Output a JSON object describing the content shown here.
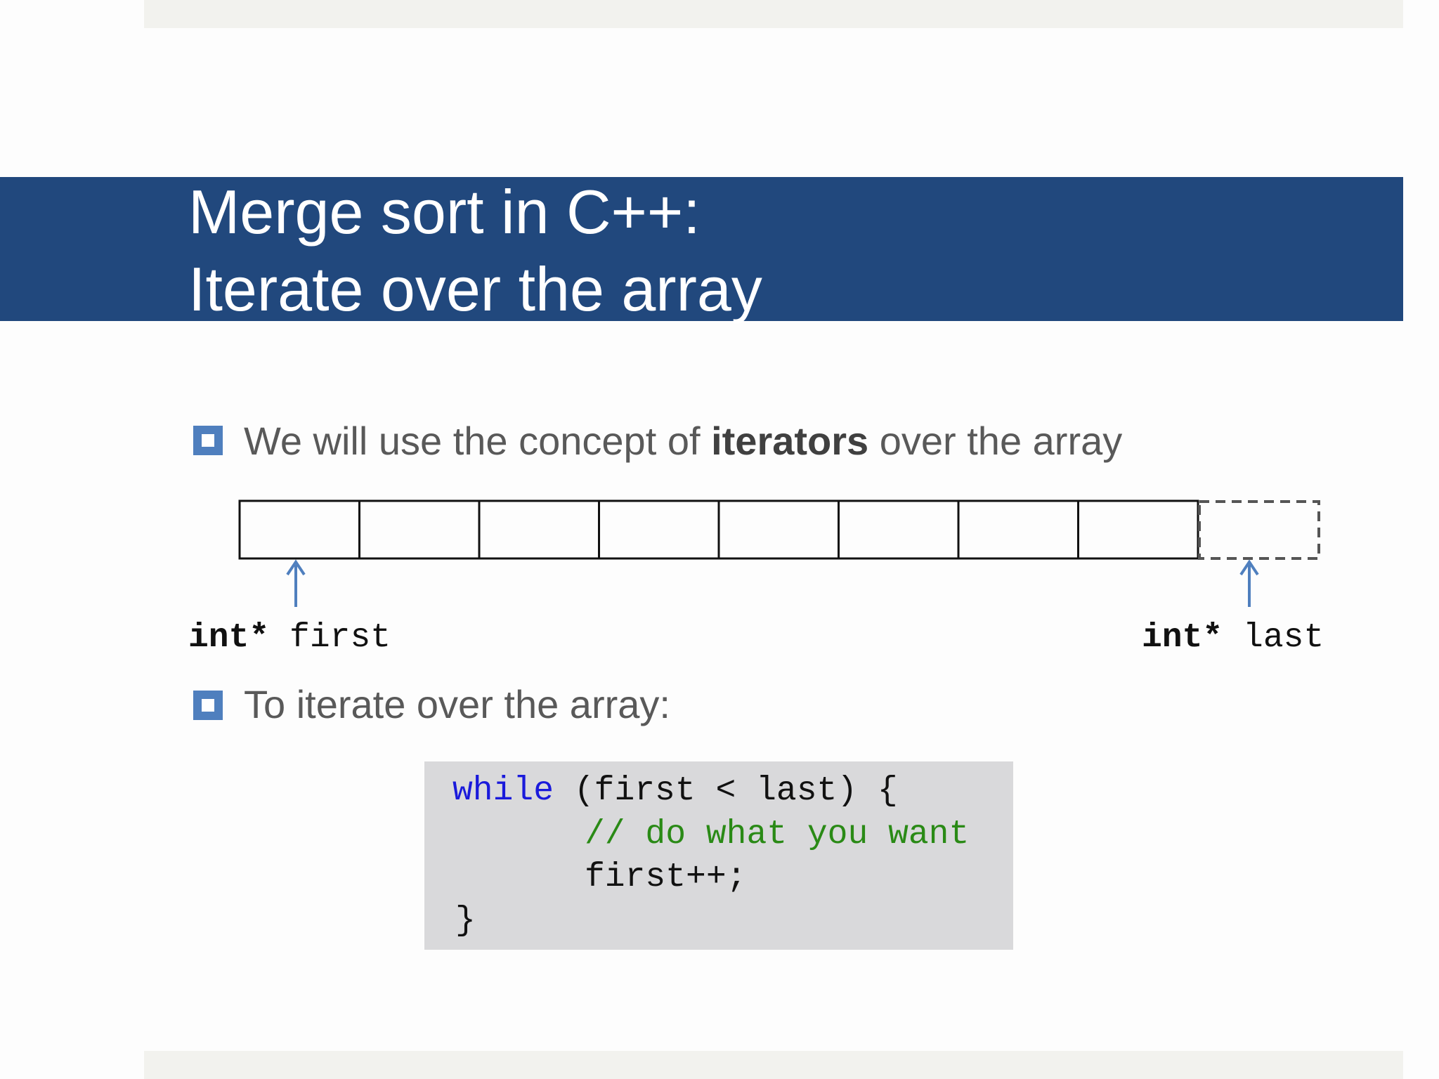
{
  "slide": {
    "title_line1": "Merge sort in C++:",
    "title_line2": "Iterate over the array"
  },
  "bullets": [
    {
      "text_before": "We will use the concept of ",
      "text_bold": "iterators",
      "text_after": " over the array"
    },
    {
      "text": "To iterate over the array:"
    }
  ],
  "diagram": {
    "cell_count": 8,
    "past_end_cell": true,
    "first_pointer": {
      "type": "int*",
      "name": "first"
    },
    "last_pointer": {
      "type": "int*",
      "name": "last"
    }
  },
  "code": {
    "line1_keyword": "while",
    "line1_rest": " (first < last) {",
    "line2_comment": "// do what you want",
    "line3": "first++;",
    "line4": "}"
  },
  "colors": {
    "title_band": "#21487d",
    "bullet_square": "#4f7fbe",
    "arrow": "#4f7fbe",
    "code_background": "#d9d9db",
    "code_keyword": "#1a1adb",
    "code_comment": "#2a8a16"
  }
}
